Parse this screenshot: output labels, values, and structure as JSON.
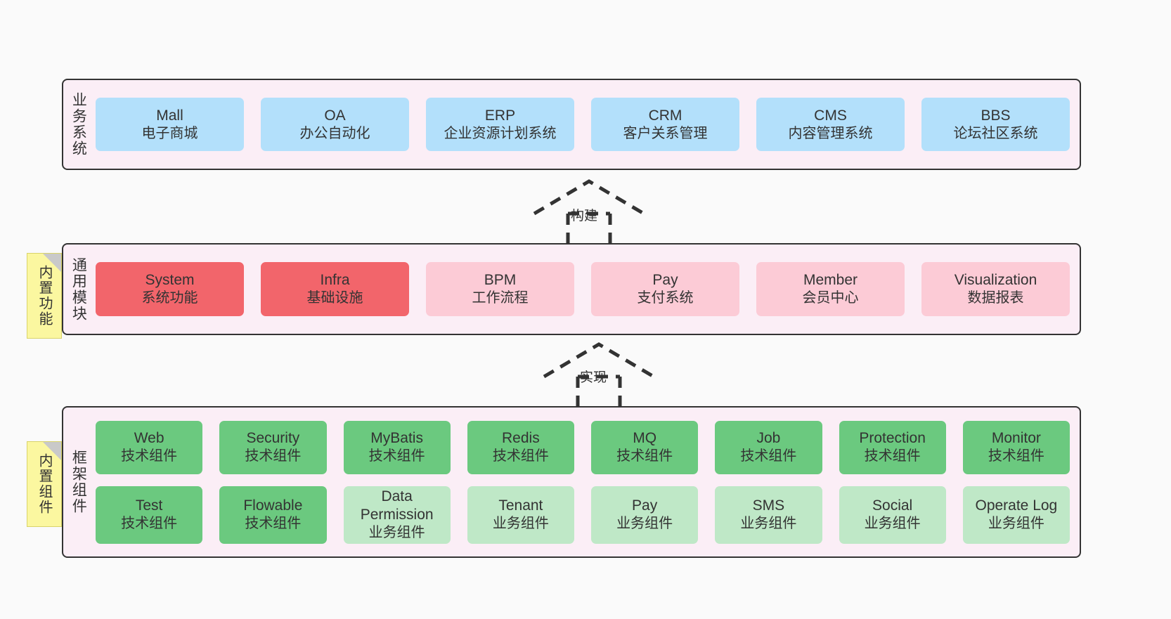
{
  "diagram": {
    "background": "#fafafa",
    "panel_fill": "#fbeef6",
    "panel_border": "#333333"
  },
  "stickies": [
    {
      "id": "sticky-common",
      "label": "内置功能",
      "color": "#fbf7a0"
    },
    {
      "id": "sticky-component",
      "label": "内置组件",
      "color": "#fbf7a0"
    }
  ],
  "arrows": [
    {
      "id": "arrow-build",
      "label": "构建",
      "style": "dashed-hollow-triangle-up"
    },
    {
      "id": "arrow-impl",
      "label": "实现",
      "style": "dashed-hollow-triangle-up"
    }
  ],
  "layers": {
    "business": {
      "title": "业务系统",
      "color": "#b3e0fb",
      "nodes": [
        {
          "en": "Mall",
          "cn": "电子商城"
        },
        {
          "en": "OA",
          "cn": "办公自动化"
        },
        {
          "en": "ERP",
          "cn": "企业资源计划系统"
        },
        {
          "en": "CRM",
          "cn": "客户关系管理"
        },
        {
          "en": "CMS",
          "cn": "内容管理系统"
        },
        {
          "en": "BBS",
          "cn": "论坛社区系统"
        }
      ]
    },
    "common": {
      "title": "通用模块",
      "colors": {
        "strong": "#f2656b",
        "light": "#fccbd6"
      },
      "nodes": [
        {
          "en": "System",
          "cn": "系统功能",
          "tone": "red"
        },
        {
          "en": "Infra",
          "cn": "基础设施",
          "tone": "red"
        },
        {
          "en": "BPM",
          "cn": "工作流程",
          "tone": "pink"
        },
        {
          "en": "Pay",
          "cn": "支付系统",
          "tone": "pink"
        },
        {
          "en": "Member",
          "cn": "会员中心",
          "tone": "pink"
        },
        {
          "en": "Visualization",
          "cn": "数据报表",
          "tone": "pink"
        }
      ]
    },
    "framework": {
      "title": "框架组件",
      "colors": {
        "tech": "#6bc97f",
        "biz": "#bfe8c7"
      },
      "row1": [
        {
          "en": "Web",
          "cn": "技术组件",
          "tone": "green"
        },
        {
          "en": "Security",
          "cn": "技术组件",
          "tone": "green"
        },
        {
          "en": "MyBatis",
          "cn": "技术组件",
          "tone": "green"
        },
        {
          "en": "Redis",
          "cn": "技术组件",
          "tone": "green"
        },
        {
          "en": "MQ",
          "cn": "技术组件",
          "tone": "green"
        },
        {
          "en": "Job",
          "cn": "技术组件",
          "tone": "green"
        },
        {
          "en": "Protection",
          "cn": "技术组件",
          "tone": "green"
        },
        {
          "en": "Monitor",
          "cn": "技术组件",
          "tone": "green"
        }
      ],
      "row2": [
        {
          "en": "Test",
          "cn": "技术组件",
          "tone": "green"
        },
        {
          "en": "Flowable",
          "cn": "技术组件",
          "tone": "green"
        },
        {
          "en": "Data Permission",
          "cn": "业务组件",
          "tone": "lgreen"
        },
        {
          "en": "Tenant",
          "cn": "业务组件",
          "tone": "lgreen"
        },
        {
          "en": "Pay",
          "cn": "业务组件",
          "tone": "lgreen"
        },
        {
          "en": "SMS",
          "cn": "业务组件",
          "tone": "lgreen"
        },
        {
          "en": "Social",
          "cn": "业务组件",
          "tone": "lgreen"
        },
        {
          "en": "Operate Log",
          "cn": "业务组件",
          "tone": "lgreen"
        }
      ]
    }
  }
}
